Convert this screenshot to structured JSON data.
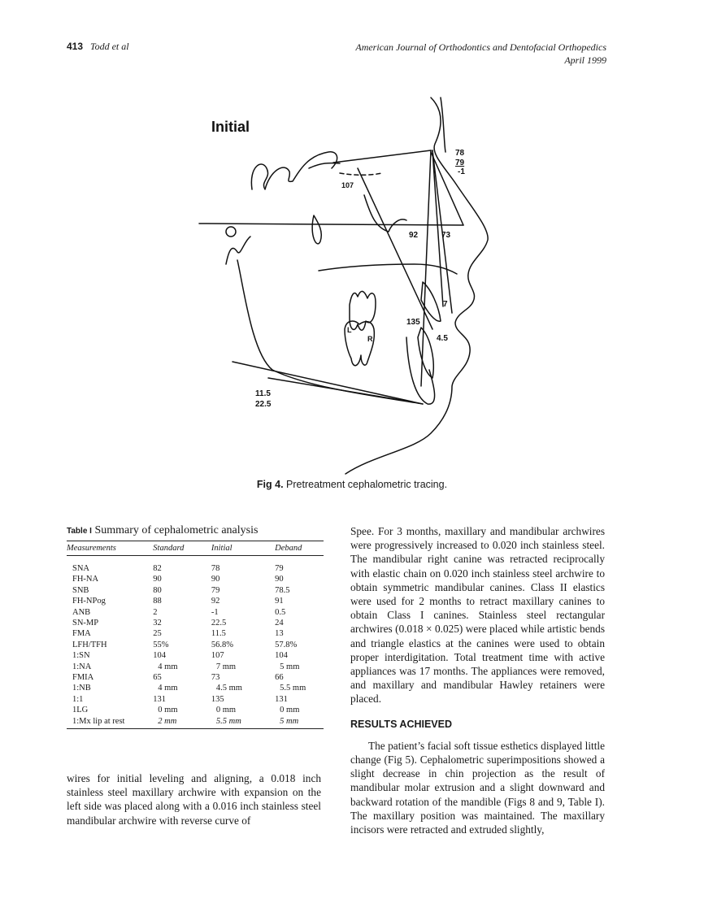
{
  "header": {
    "page_number": "413",
    "authors": "Todd et al",
    "journal": "American Journal of Orthodontics and Dentofacial Orthopedics",
    "date": "April 1999"
  },
  "figure": {
    "panel_title": "Initial",
    "labels": {
      "v78": "78",
      "v79": "79",
      "vminus1": "-1",
      "v107": "107",
      "v92": "92",
      "v73": "73",
      "v7": "7",
      "v135": "135",
      "v4_5": "4.5",
      "v11_5": "11.5",
      "v22_5": "22.5",
      "tooth_l": "L",
      "tooth_r": "R"
    },
    "caption_label": "Fig 4.",
    "caption_text": " Pretreatment cephalometric tracing."
  },
  "table": {
    "label": "Table I",
    "title": " Summary of cephalometric analysis",
    "columns": [
      "Measurements",
      "Standard",
      "Initial",
      "Deband"
    ],
    "rows": [
      [
        "SNA",
        "82",
        "78",
        "79"
      ],
      [
        "FH-NA",
        "90",
        "90",
        "90"
      ],
      [
        "SNB",
        "80",
        "79",
        "78.5"
      ],
      [
        "FH-NPog",
        "88",
        "92",
        "91"
      ],
      [
        "ANB",
        "2",
        "-1",
        "0.5"
      ],
      [
        "SN-MP",
        "32",
        "22.5",
        "24"
      ],
      [
        "FMA",
        "25",
        "11.5",
        "13"
      ],
      [
        "LFH/TFH",
        "55%",
        "56.8%",
        "57.8%"
      ],
      [
        "1:SN",
        "104",
        "107",
        "104"
      ],
      [
        "1:NA",
        "4 mm",
        "7 mm",
        "5 mm"
      ],
      [
        "FMIA",
        "65",
        "73",
        "66"
      ],
      [
        "1:NB",
        "4 mm",
        "4.5 mm",
        "5.5 mm"
      ],
      [
        "1:1",
        "131",
        "135",
        "131"
      ],
      [
        "1LG",
        "0 mm",
        "0 mm",
        "0 mm"
      ],
      [
        "1:Mx lip at rest",
        "2 mm",
        "5.5 mm",
        "5 mm"
      ]
    ]
  },
  "right_column": {
    "para1": "Spee. For 3 months, maxillary and mandibular archwires were progressively increased to 0.020 inch stainless steel. The mandibular right canine was retracted reciprocally with elastic chain on 0.020 inch stainless steel archwire to obtain symmetric mandibular canines. Class II elastics were used for 2 months to retract maxillary canines to obtain Class I canines. Stainless steel rectangular archwires (0.018 × 0.025) were placed while artistic bends and triangle elastics at the canines were used to obtain proper interdigitation. Total treatment time with active appliances was 17 months. The appliances were removed, and maxillary and mandibular Hawley retainers were placed.",
    "section_heading": "RESULTS ACHIEVED",
    "para2": "The patient’s facial soft tissue esthetics displayed little change (Fig 5). Cephalometric superimpositions showed a slight decrease in chin projection as the result of mandibular molar extrusion and a slight downward and backward rotation of the mandible (Figs 8 and 9, Table I). The maxillary position was maintained. The maxillary incisors were retracted and extruded slightly,"
  },
  "left_column": {
    "para": "wires for initial leveling and aligning, a 0.018 inch stainless steel maxillary archwire with expansion on the left side was placed along with a 0.016 inch stainless steel mandibular archwire with reverse curve of"
  }
}
